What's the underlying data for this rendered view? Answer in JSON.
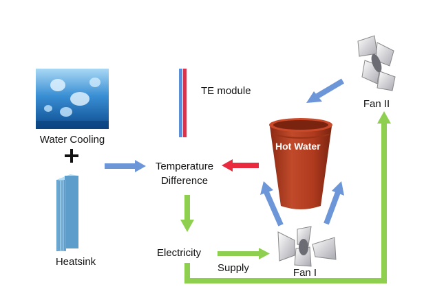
{
  "labels": {
    "water_cooling": "Water Cooling",
    "plus": "+",
    "heatsink": "Heatsink",
    "te_module": "TE module",
    "temperature": "Temperature",
    "difference": "Difference",
    "electricity": "Electricity",
    "supply": "Supply",
    "fan_1": "Fan I",
    "fan_2": "Fan II",
    "hot_water": "Hot Water"
  },
  "colors": {
    "blue_arrow": "#6d96d8",
    "red_arrow": "#e8293e",
    "green_arrow": "#8fcf50",
    "cup": "#b33d22",
    "cup_rim": "#c94a2a",
    "heatsink": "#8cc4e8",
    "te_blue": "#5b8fd8",
    "te_red": "#d8344a",
    "water_image": "#1f6fb8"
  },
  "icons": [
    "water-cooling-image",
    "heatsink-image",
    "te-module-icon",
    "hot-water-cup-image",
    "fan-icon"
  ]
}
